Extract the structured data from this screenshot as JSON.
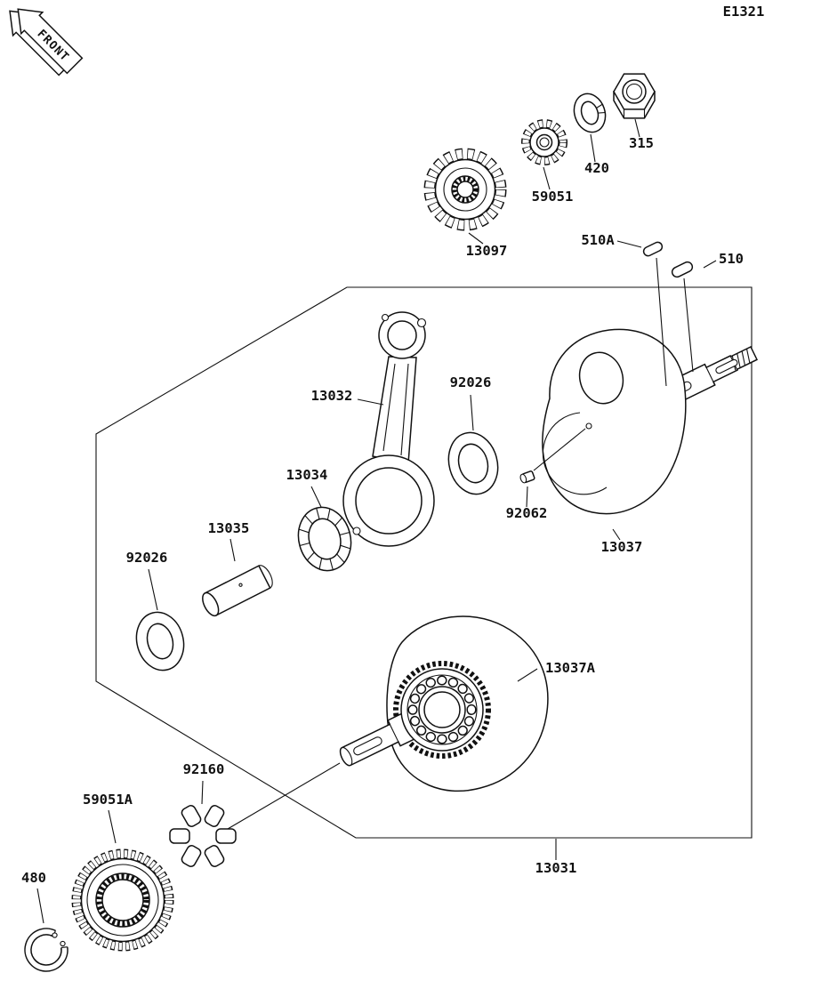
{
  "header": {
    "code": "E1321"
  },
  "front_marker": {
    "label": "FRONT"
  },
  "parts": {
    "n315": "315",
    "n420": "420",
    "n59051": "59051",
    "n13097": "13097",
    "n510A": "510A",
    "n510": "510",
    "n13032": "13032",
    "n92026": "92026",
    "n13034": "13034",
    "n13035": "13035",
    "n92062": "92062",
    "n13037": "13037",
    "n13037A": "13037A",
    "n92160": "92160",
    "n59051A": "59051A",
    "n480": "480",
    "n13031": "13031"
  }
}
